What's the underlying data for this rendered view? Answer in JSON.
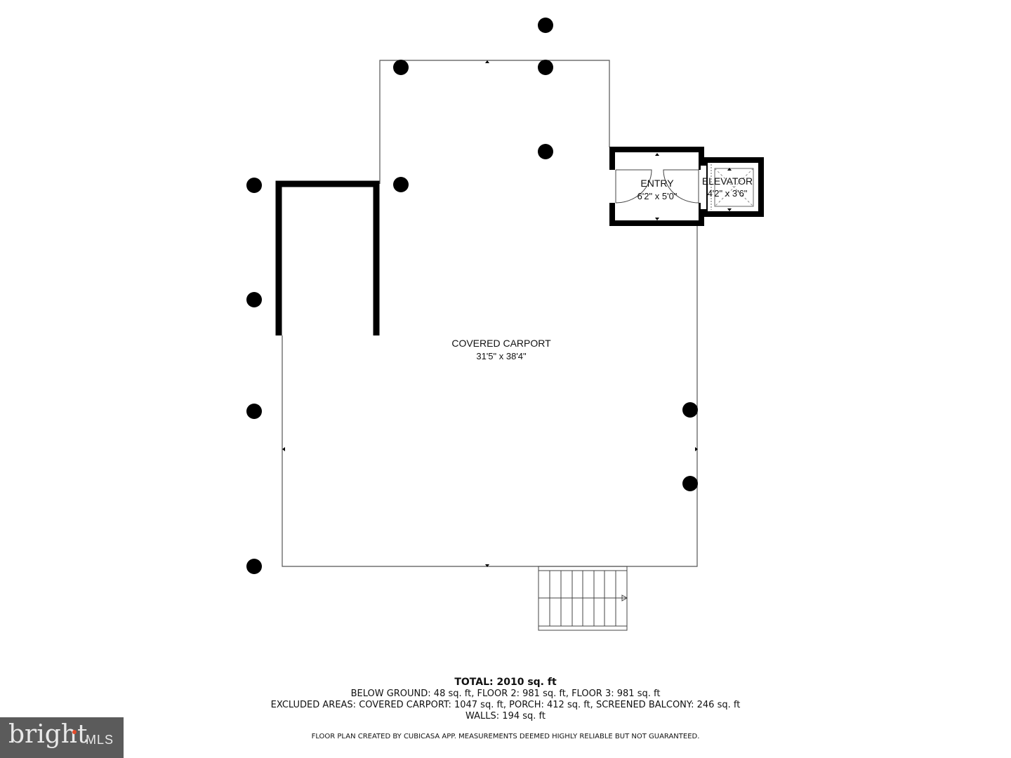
{
  "rooms": {
    "carport": {
      "name": "COVERED CARPORT",
      "size": "31'5\" x 38'4\""
    },
    "entry": {
      "name": "ENTRY",
      "size": "6'2\" x 5'0\""
    },
    "elevator": {
      "name": "ELEVATOR",
      "size": "4'2\" x 3'6\""
    }
  },
  "summary": {
    "total": "TOTAL: 2010 sq. ft",
    "floors": "BELOW GROUND: 48 sq. ft, FLOOR 2: 981 sq. ft, FLOOR 3: 981 sq. ft",
    "excluded": "EXCLUDED AREAS: COVERED CARPORT: 1047 sq. ft, PORCH: 412 sq. ft, SCREENED BALCONY: 246 sq. ft",
    "walls": "WALLS: 194 sq. ft",
    "disclaimer": "FLOOR PLAN CREATED BY CUBICASA APP. MEASUREMENTS DEEMED HIGHLY RELIABLE BUT NOT GUARANTEED."
  },
  "logo": {
    "brand": "bright",
    "suffix": "MLS"
  }
}
